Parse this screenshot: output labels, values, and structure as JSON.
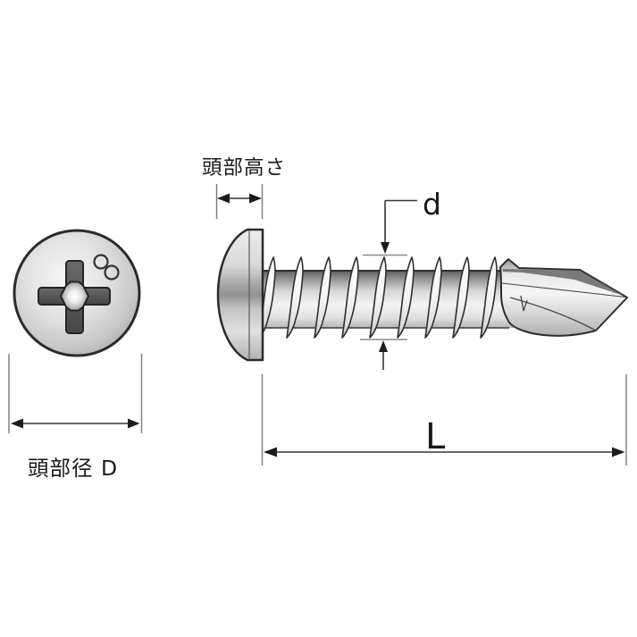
{
  "labels": {
    "head_height": "頭部高さ",
    "thread_diameter": "d",
    "length": "L",
    "head_diameter": "頭部径 D"
  },
  "colors": {
    "background": "#ffffff",
    "outline": "#2b2b2b",
    "dimension_line": "#333333",
    "extension_line": "#7a7a7a",
    "label_text": "#1a1a1a",
    "metal_light": "#f4f4f4",
    "metal_mid": "#c9c9c9",
    "metal_dark": "#5f5f5f",
    "recess_dark": "#555555"
  }
}
